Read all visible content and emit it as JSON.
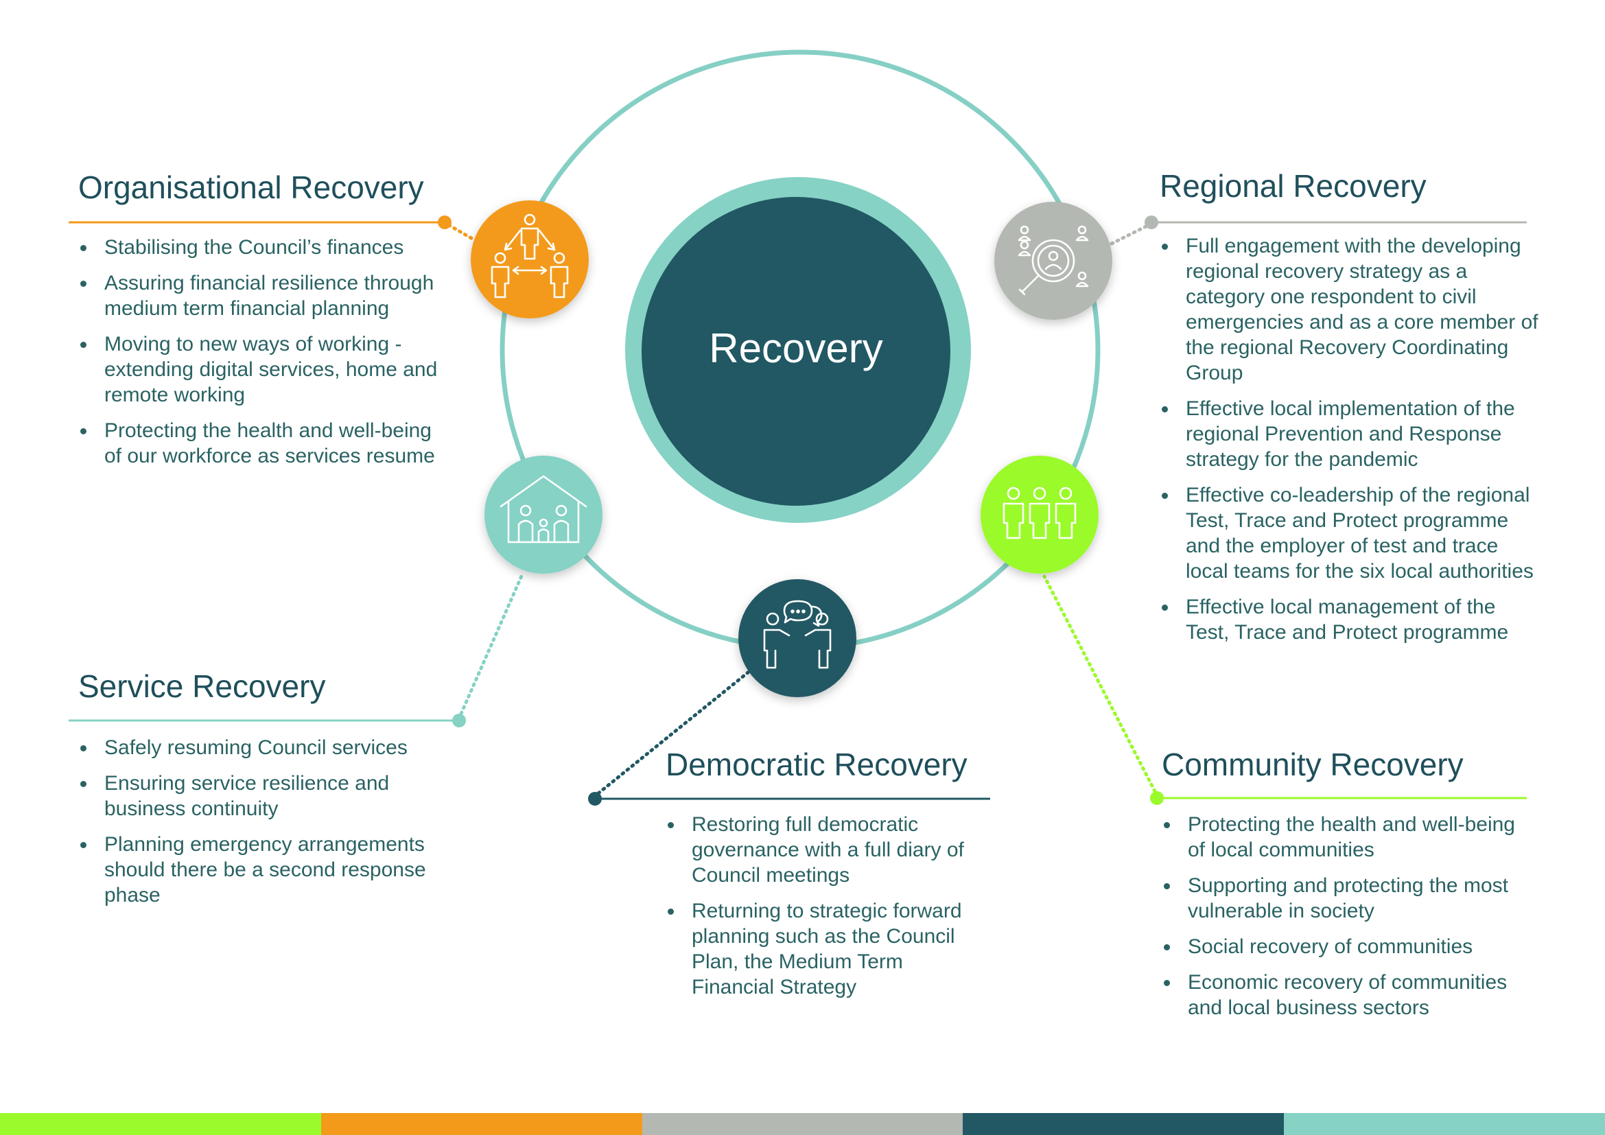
{
  "center": {
    "label": "Recovery"
  },
  "colors": {
    "organisational": "#f39a1a",
    "regional": "#b4b8b2",
    "service": "#86d2c5",
    "community": "#9bfa2b",
    "democratic": "#215863",
    "ring": "#85cfc4",
    "center_fill": "#215863"
  },
  "nodes": {
    "organisational": {
      "icon": "team-hierarchy-icon"
    },
    "regional": {
      "icon": "magnifier-people-icon"
    },
    "service": {
      "icon": "house-family-icon"
    },
    "community": {
      "icon": "three-people-icon"
    },
    "democratic": {
      "icon": "conversation-icon"
    }
  },
  "sections": {
    "organisational": {
      "title": "Organisational Recovery",
      "items": [
        "Stabilising the Council’s finances",
        "Assuring financial resilience through medium term financial planning",
        "Moving to new ways of working - extending digital services, home and remote working",
        "Protecting the health and well-being of our workforce as services resume"
      ]
    },
    "regional": {
      "title": "Regional Recovery",
      "items": [
        "Full engagement with the developing regional recovery strategy as a category one respondent to civil emergencies and as a core member of the regional Recovery Coordinating Group",
        "Effective local implementation of the regional Prevention and Response strategy for the pandemic",
        "Effective co-leadership of the regional Test, Trace and Protect programme and the employer of test and trace local teams for the six local authorities",
        "Effective local management of the Test, Trace and Protect programme"
      ]
    },
    "service": {
      "title": "Service Recovery",
      "items": [
        "Safely resuming Council services",
        "Ensuring service resilience and business continuity",
        "Planning emergency arrangements should there be a second response phase"
      ]
    },
    "democratic": {
      "title": "Democratic Recovery",
      "items": [
        "Restoring full democratic governance with a full diary of Council meetings",
        "Returning to strategic forward planning such as the Council Plan, the Medium Term Financial Strategy"
      ]
    },
    "community": {
      "title": "Community Recovery",
      "items": [
        "Protecting the health and well-being of local communities",
        "Supporting and protecting the most vulnerable in society",
        "Social recovery of communities",
        "Economic recovery of communities and local business sectors"
      ]
    }
  },
  "footer": {
    "colors": [
      "#9bfa2b",
      "#f39a1a",
      "#b4b8b2",
      "#215863",
      "#86d2c5"
    ]
  }
}
